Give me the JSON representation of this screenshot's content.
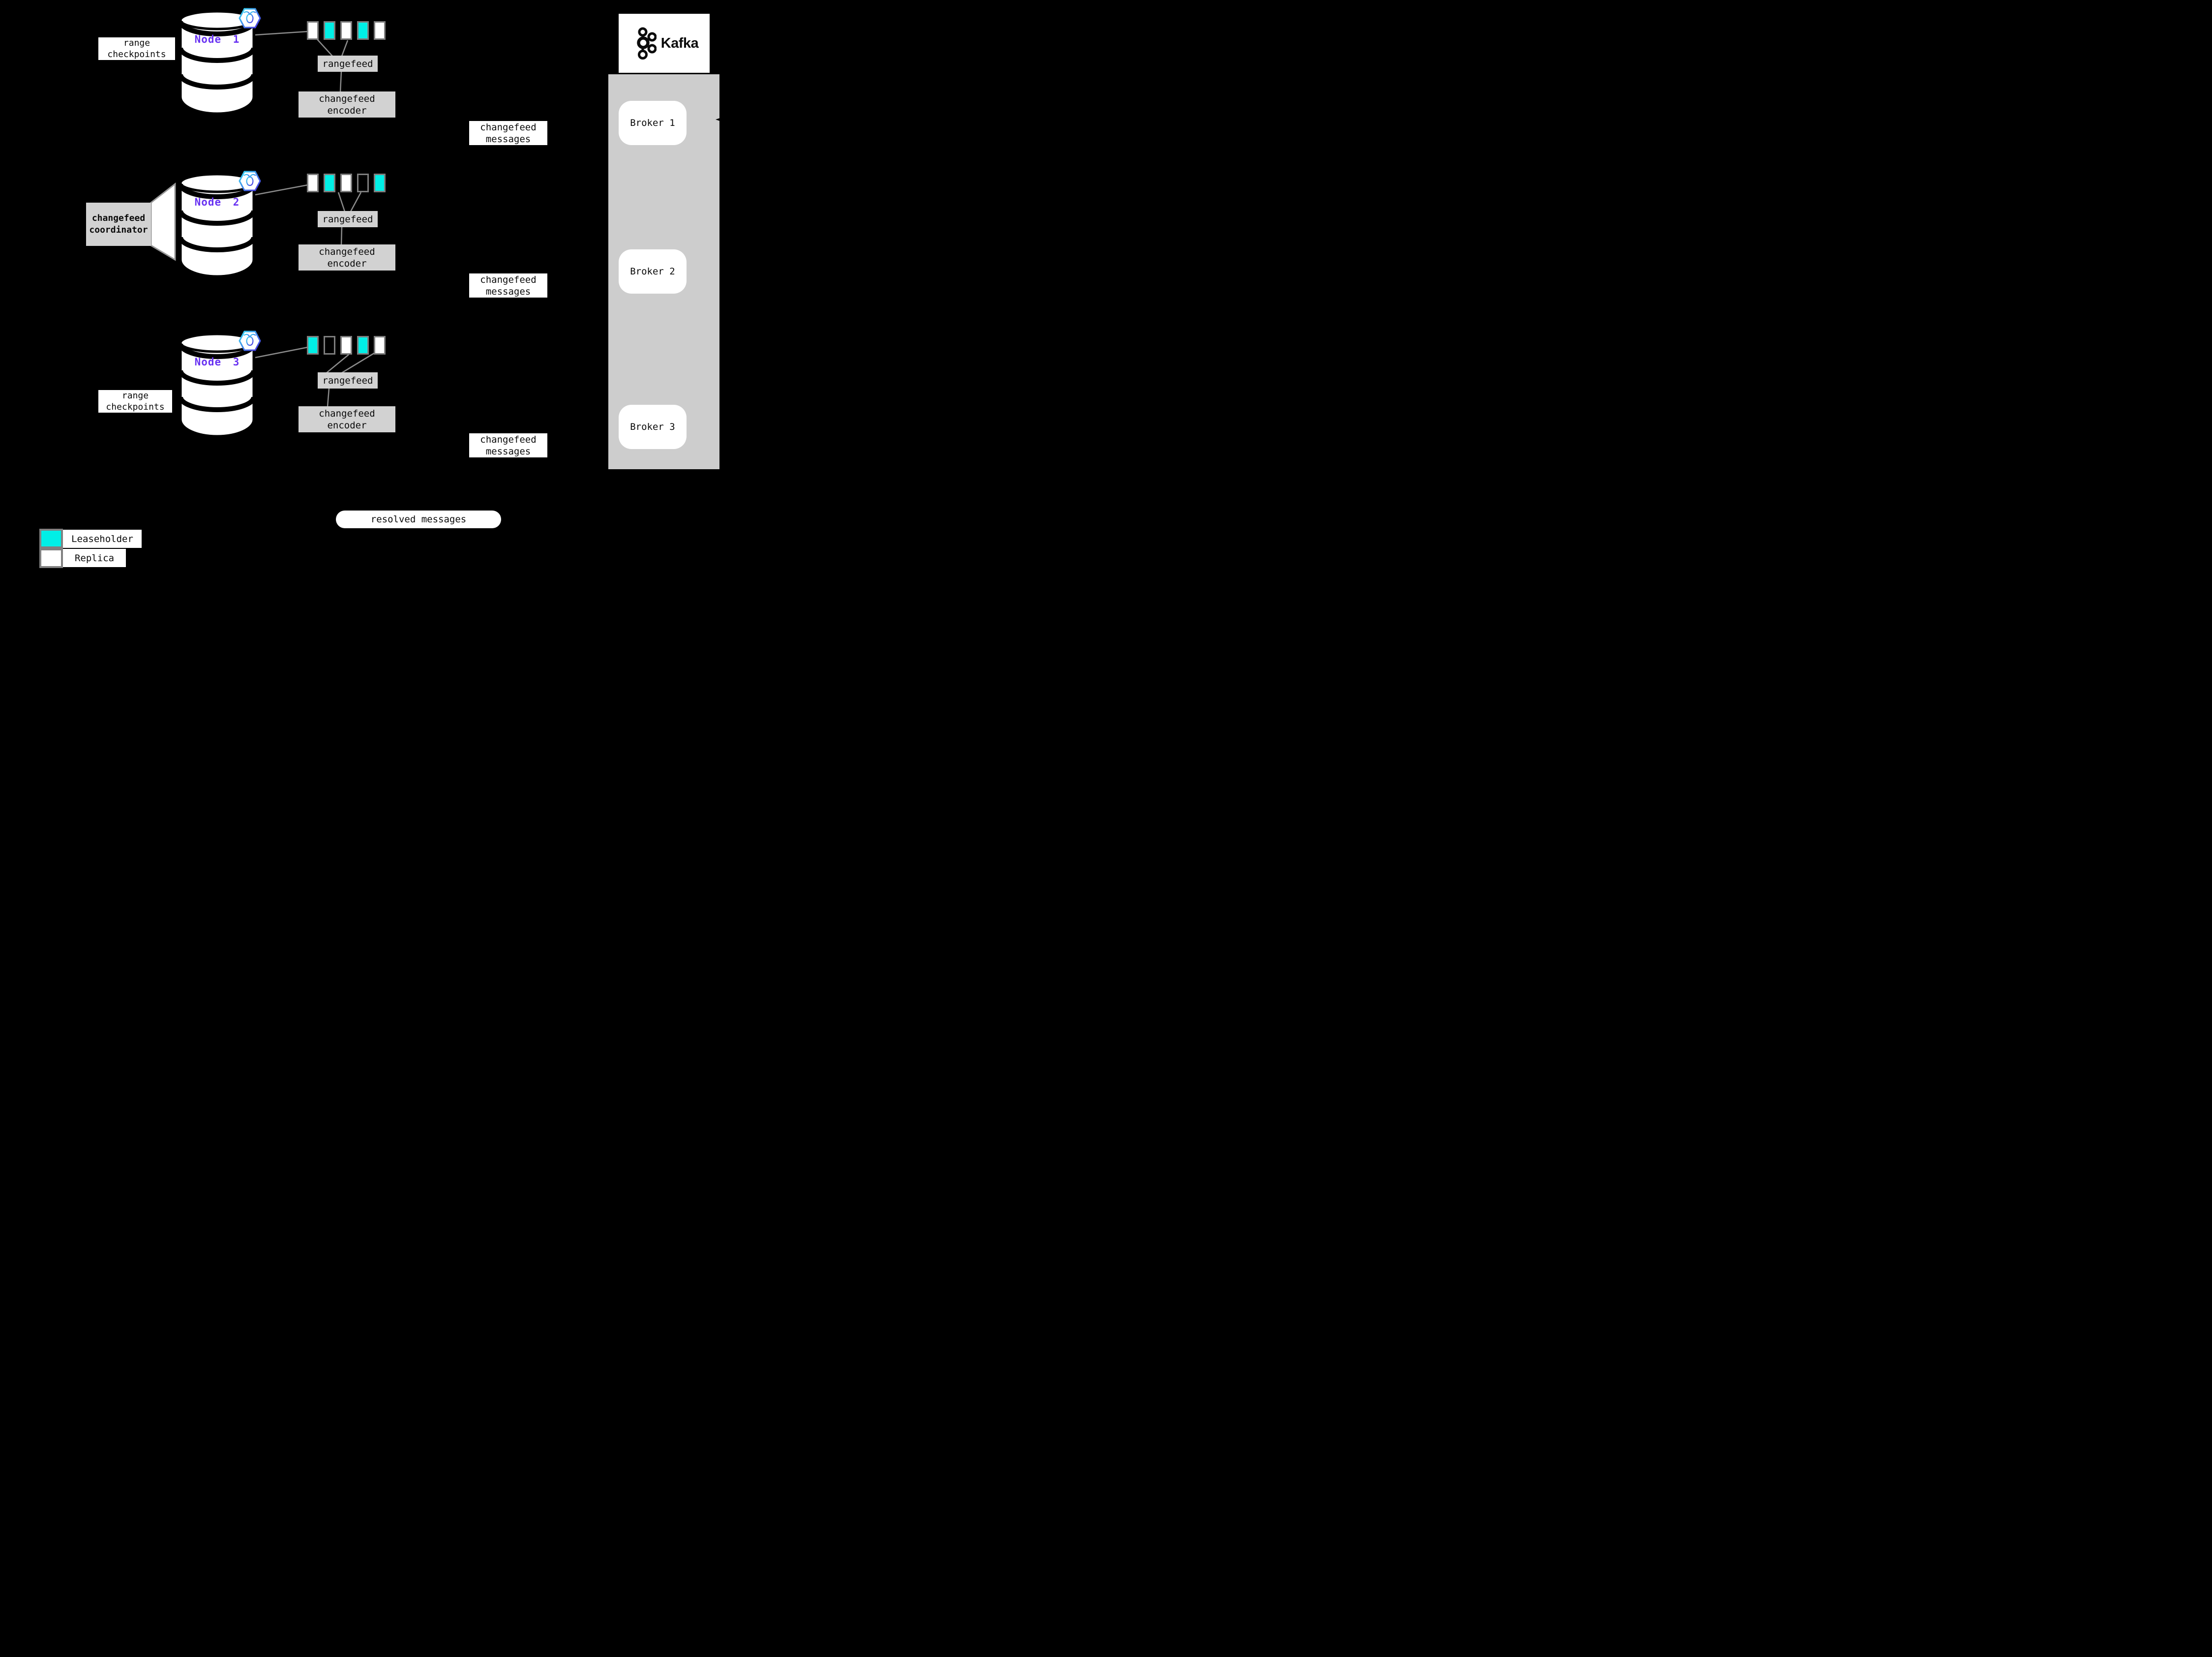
{
  "colors": {
    "background": "#000000",
    "leaseholder_fill": "#00efe6",
    "replica_fill": "#ffffff",
    "label_box_gray": "#d2d2d2",
    "kafka_panel_gray": "#cdcdcd",
    "node_label_purple": "#6933f2",
    "connector_gray": "#8c8c8c",
    "hexagon_gradient": [
      "#35dff5",
      "#4b2fe0"
    ]
  },
  "nodes": [
    {
      "label": "Node 1",
      "checkpoints_label": "range checkpoints",
      "rangefeed_label": "rangefeed",
      "encoder_label": "changefeed encoder",
      "messages_label": "changefeed messages",
      "replicas": [
        "replica",
        "leaseholder",
        "replica",
        "leaseholder",
        "replica"
      ]
    },
    {
      "label": "Node 2",
      "coordinator_label": "changefeed coordinator",
      "rangefeed_label": "rangefeed",
      "encoder_label": "changefeed encoder",
      "messages_label": "changefeed messages",
      "replicas": [
        "replica",
        "leaseholder",
        "replica",
        "empty",
        "leaseholder"
      ]
    },
    {
      "label": "Node 3",
      "checkpoints_label": "range checkpoints",
      "rangefeed_label": "rangefeed",
      "encoder_label": "changefeed encoder",
      "messages_label": "changefeed messages",
      "replicas": [
        "leaseholder",
        "empty",
        "replica",
        "leaseholder",
        "replica"
      ]
    }
  ],
  "kafka": {
    "brand": "Kafka",
    "brokers": [
      "Broker 1",
      "Broker 2",
      "Broker 3"
    ]
  },
  "resolved_label": "resolved messages",
  "legend": [
    {
      "type": "leaseholder",
      "label": "Leaseholder"
    },
    {
      "type": "replica",
      "label": "Replica"
    }
  ]
}
